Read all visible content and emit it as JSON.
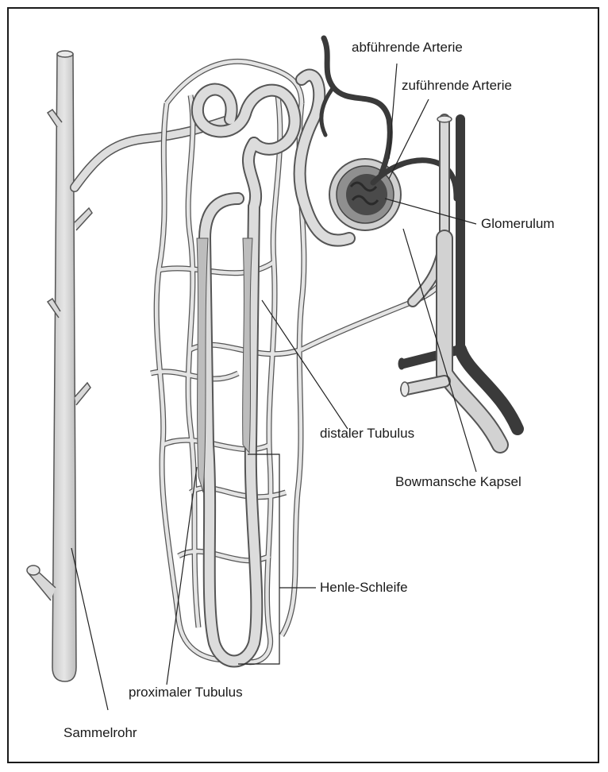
{
  "labels": {
    "abfuehrende_arterie": "abführende Arterie",
    "zufuehrende_arterie": "zuführende Arterie",
    "glomerulum": "Glomerulum",
    "distaler_tubulus": "distaler Tubulus",
    "bowmansche_kapsel": "Bowmansche Kapsel",
    "henle_schleife": "Henle-Schleife",
    "proximaler_tubulus": "proximaler Tubulus",
    "sammelrohr": "Sammelrohr"
  },
  "colors": {
    "tubule_fill": "#dcdcdc",
    "tubule_outline": "#555555",
    "artery_dark": "#3a3a3a",
    "leader_line": "#222222"
  }
}
